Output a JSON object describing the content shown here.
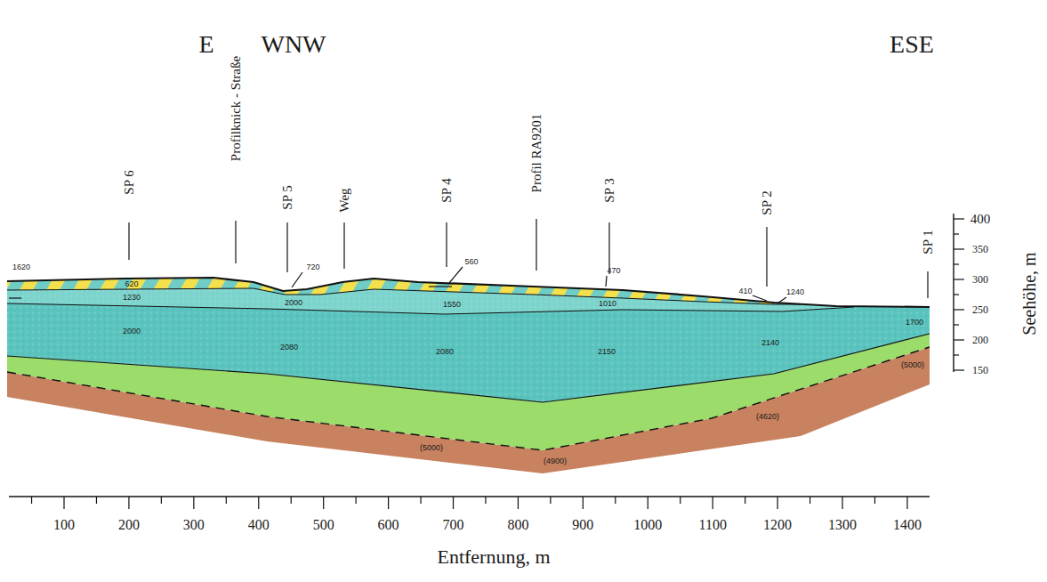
{
  "diagram": {
    "labels": [
      "E",
      "WNW",
      "ESE",
      "SP 6",
      "Profilknick - Straße",
      "SP 5",
      "Weg",
      "SP 4",
      "Profil RA9201",
      "SP 3",
      "SP 2",
      "SP 1",
      "1620",
      "620",
      "1230",
      "2000",
      "720",
      "2000",
      "560",
      "1550",
      "2080",
      "2080",
      "2150",
      "470",
      "1010",
      "410",
      "1240",
      "2140",
      "1700",
      "(5000)",
      "(5000)",
      "(4900)",
      "(4620)",
      "100",
      "200",
      "300",
      "400",
      "500",
      "600",
      "700",
      "800",
      "900",
      "1000",
      "1100",
      "1200",
      "1300",
      "1400",
      "400",
      "350",
      "300",
      "250",
      "200",
      "150",
      "Entfernung, m",
      "Seehöhe, m"
    ]
  }
}
